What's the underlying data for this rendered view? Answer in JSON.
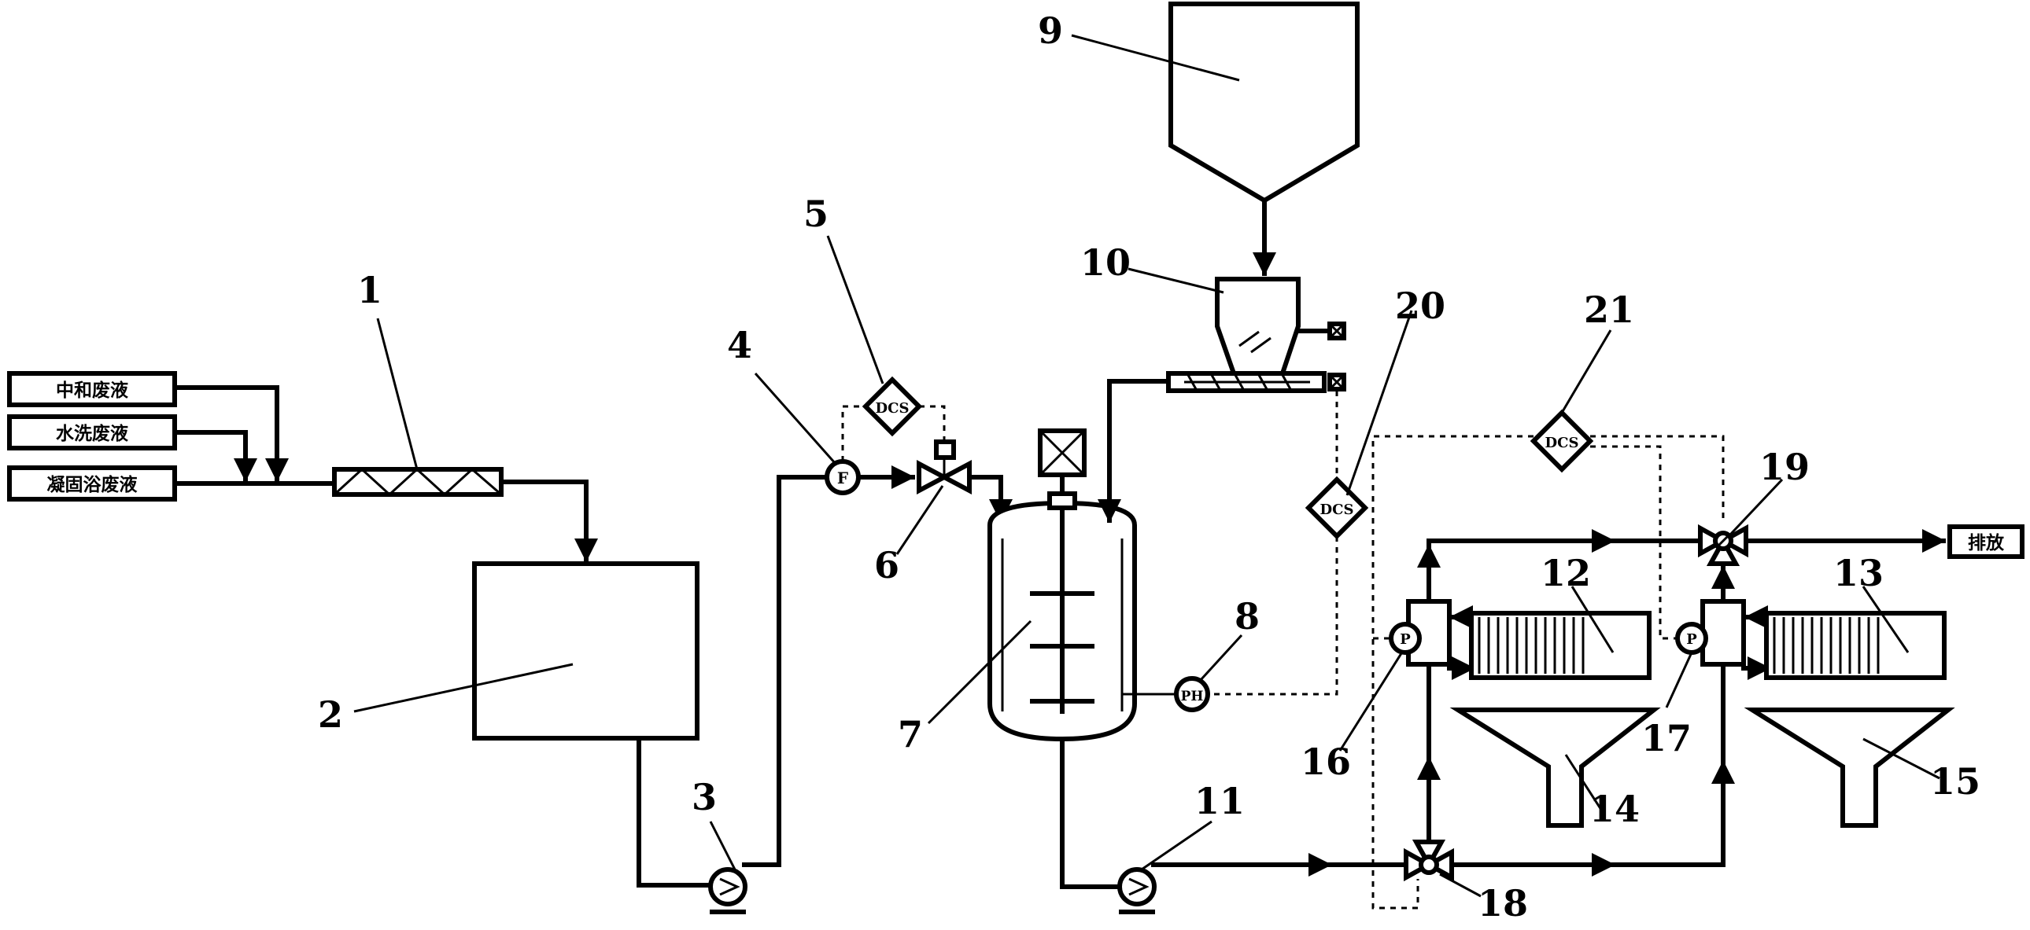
{
  "feeds": {
    "neutralization": "中和废液",
    "washing": "水洗废液",
    "coagulation": "凝固浴废液"
  },
  "discharge": "排放",
  "instruments": {
    "dcs": "DCS",
    "flow": "F",
    "ph": "PH",
    "pressure": "P"
  },
  "labels": [
    "1",
    "2",
    "3",
    "4",
    "5",
    "6",
    "7",
    "8",
    "9",
    "10",
    "11",
    "12",
    "13",
    "14",
    "15",
    "16",
    "17",
    "18",
    "19",
    "20",
    "21"
  ]
}
